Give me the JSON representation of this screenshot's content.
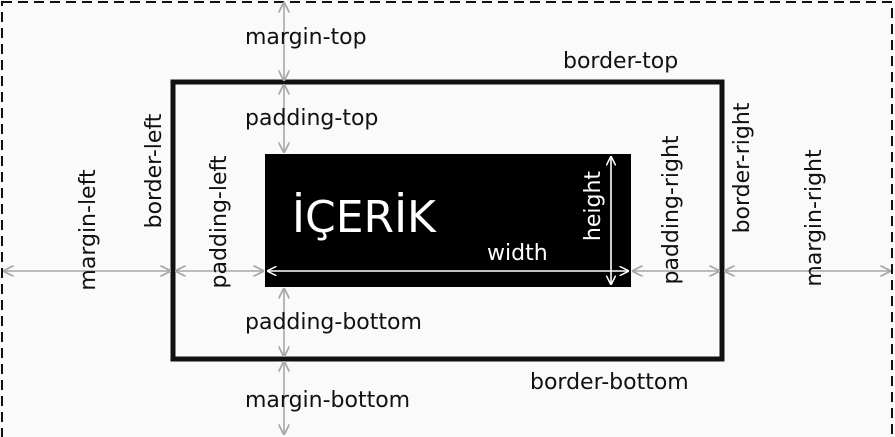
{
  "diagram": {
    "content_label": "İÇERİK",
    "width_label": "width",
    "height_label": "height",
    "margin_top": "margin-top",
    "margin_bottom": "margin-bottom",
    "margin_left": "margin-left",
    "margin_right": "margin-right",
    "border_top": "border-top",
    "border_bottom": "border-bottom",
    "border_left": "border-left",
    "border_right": "border-right",
    "padding_top": "padding-top",
    "padding_bottom": "padding-bottom",
    "padding_left": "padding-left",
    "padding_right": "padding-right"
  },
  "colors": {
    "background": "#fafafa",
    "line": "#111111",
    "arrow": "#a8a8a8",
    "content_fill": "#000000",
    "content_text": "#ffffff"
  }
}
